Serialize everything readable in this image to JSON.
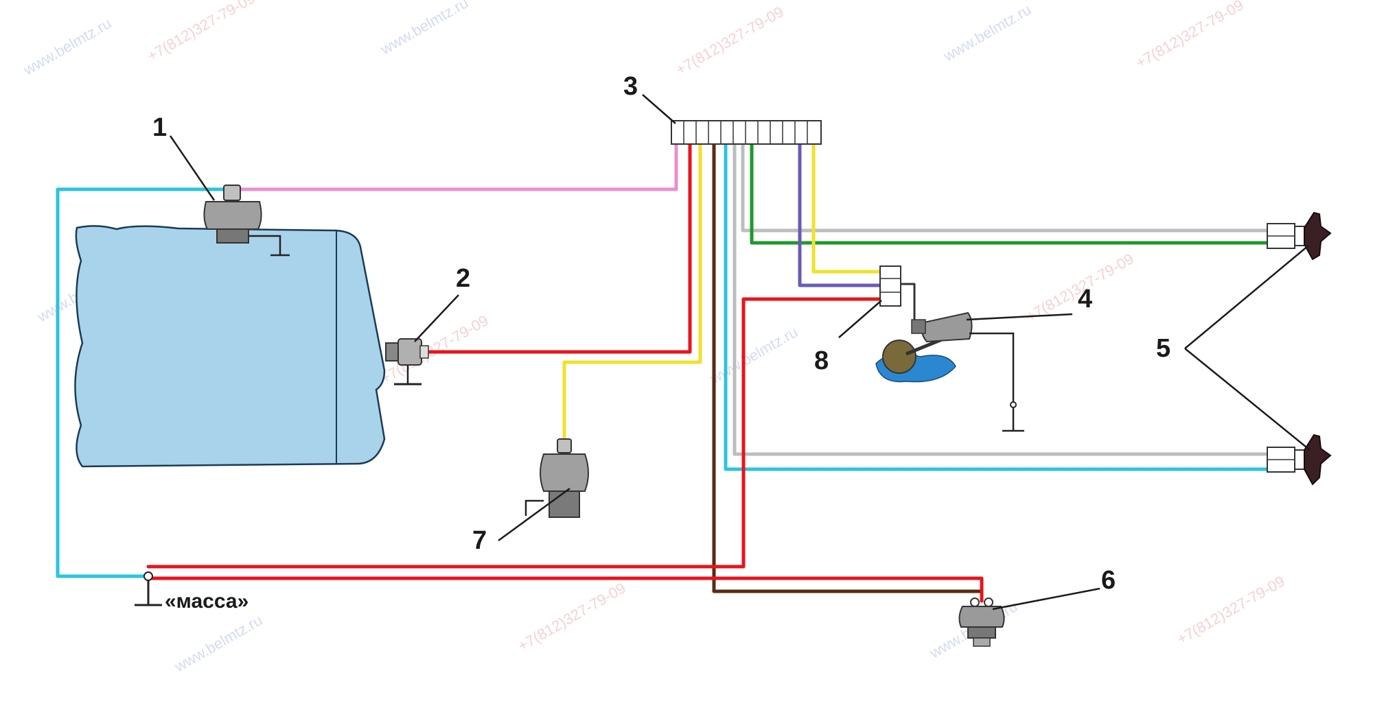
{
  "callouts": {
    "n1": "1",
    "n2": "2",
    "n3": "3",
    "n4": "4",
    "n5": "5",
    "n6": "6",
    "n7": "7",
    "n8": "8"
  },
  "ground_label": "«масса»",
  "watermarks": [
    "www.belmtz.ru",
    "+7(812)327-79-09"
  ],
  "colors": {
    "pink": "#e98fd0",
    "red": "#e8141c",
    "yellow": "#f2e12b",
    "brown": "#5a2a12",
    "cyan": "#2cc3df",
    "gray": "#bdbdbd",
    "green": "#1e9a2a",
    "violet": "#6a5bb3",
    "engine_fill": "#a9d3ea"
  }
}
